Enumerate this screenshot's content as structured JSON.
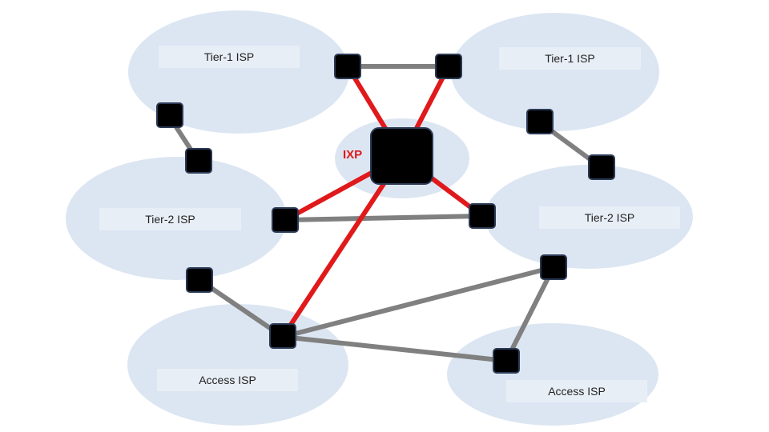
{
  "diagram": {
    "labels": {
      "tier1_left": "Tier-1 ISP",
      "tier1_right": "Tier-1 ISP",
      "tier2_left": "Tier-2 ISP",
      "tier2_right": "Tier-2 ISP",
      "access_left": "Access ISP",
      "access_right": "Access ISP",
      "ixp": "IXP"
    },
    "colors": {
      "cloud": "#dce6f2",
      "label_box": "#e8eef6",
      "router": "#000000",
      "router_border": "#2b3a55",
      "link_peering": "#e0191b",
      "link_normal": "#808080",
      "ixp_text": "#e0191b"
    }
  }
}
